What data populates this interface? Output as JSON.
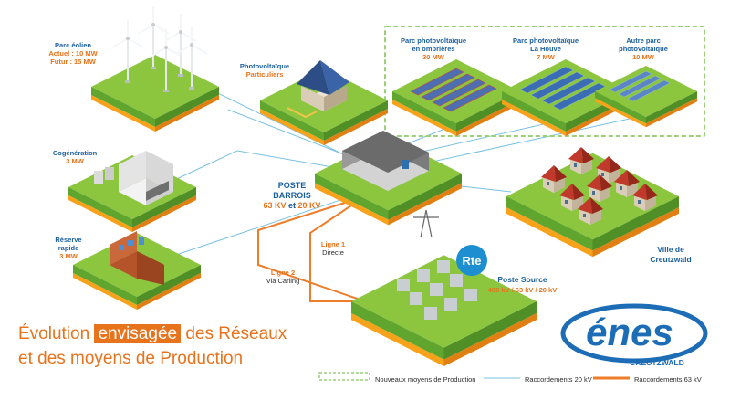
{
  "sites": {
    "eolien": {
      "name": "Parc éolien",
      "actuel": "Actuel : 10 MW",
      "futur": "Futur : 15 MW"
    },
    "particuliers": {
      "name": "Photovoltaïque",
      "sub": "Particuliers"
    },
    "ombrieres": {
      "name_l1": "Parc photovoltaïque",
      "name_l2": "en ombrières",
      "power": "30 MW"
    },
    "houve": {
      "name_l1": "Parc photovoltaïque",
      "name_l2": "La Houve",
      "power": "7 MW"
    },
    "autre": {
      "name_l1": "Autre parc",
      "name_l2": "photovoltaïque",
      "power": "10 MW"
    },
    "cogeneration": {
      "name": "Cogénération",
      "power": "3 MW"
    },
    "reserve": {
      "name_l1": "Réserve",
      "name_l2": "rapide",
      "power": "3 MW"
    },
    "poste_barrois": {
      "name_l1": "POSTE",
      "name_l2": "BARROIS",
      "v1": "63 KV",
      "conj": " et ",
      "v2": "20 KV"
    },
    "ville": {
      "name_l1": "Ville de",
      "name_l2": "Creutzwald"
    },
    "poste_source": {
      "name": "Poste Source",
      "voltages": "400 kV / 63 kV / 20 kV",
      "logo": "Rte"
    }
  },
  "lines": {
    "ligne1": {
      "name": "Ligne 1",
      "sub": "Directe"
    },
    "ligne2": {
      "name": "Ligne 2",
      "sub": "Via Carling"
    }
  },
  "title": {
    "part1": "Évolution ",
    "highlight": "envisagée",
    "part2": " des Réseaux",
    "line2": "et des moyens de Production"
  },
  "legend": {
    "nouveaux": "Nouveaux moyens de Production",
    "raccord20": "Raccordements 20 kV",
    "raccord63": "Raccordements 63 kV"
  },
  "brand": {
    "logo": "énes",
    "city": "CREUTZWALD"
  },
  "colors": {
    "grass": "#8cc63f",
    "grass_side": "#5fa52e",
    "soil": "#f7a21b",
    "soil_dark": "#e07f12",
    "line20": "#79c1e0",
    "line63": "#ee7d2a",
    "blue_text": "#1b5f9e",
    "orange_text": "#e8731d",
    "dash_green": "#9ccf7a",
    "logo_blue": "#1c6db5"
  }
}
